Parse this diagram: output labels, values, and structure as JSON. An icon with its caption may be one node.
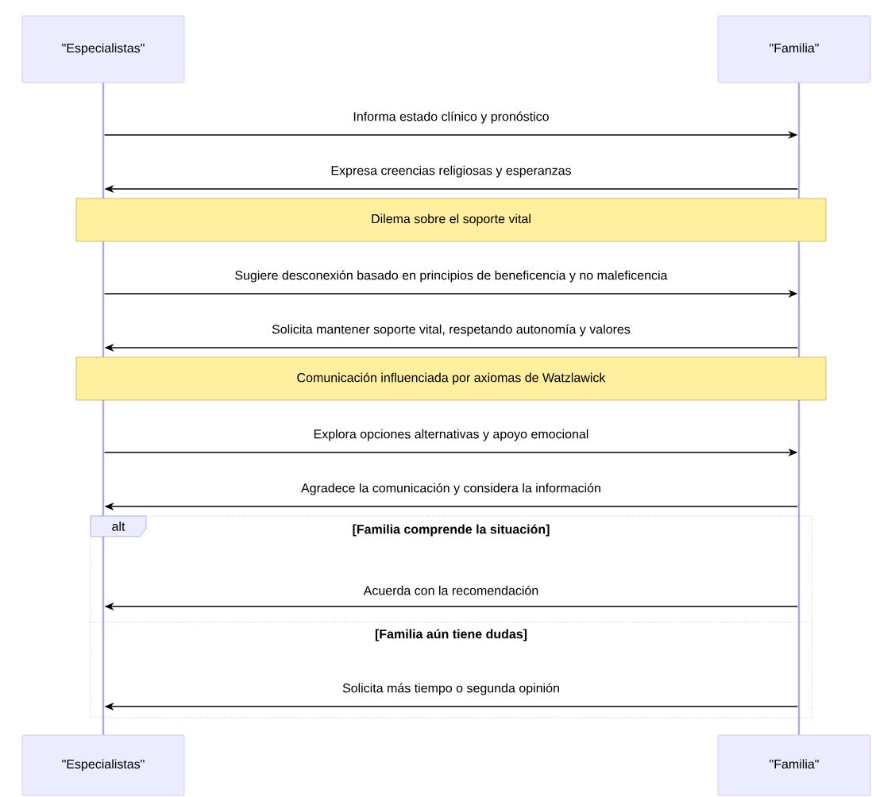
{
  "diagram": {
    "nodes": [
      {
        "text": [
          "\"Especialistas\""
        ]
      },
      {
        "text": [
          "\"Familia\""
        ]
      },
      {
        "text": [],
        "shape": "bar"
      },
      {
        "text": [],
        "shape": "bar"
      },
      {
        "text": [
          "Dilema sobre el soporte vital"
        ]
      },
      {
        "text": [
          "Comunicación influenciada por axiomas de Watzlawick"
        ]
      },
      {
        "text": [
          "alt"
        ]
      },
      {
        "text": [
          "\"Especialistas\""
        ]
      },
      {
        "text": [
          "\"Familia\""
        ]
      }
    ],
    "edges": [
      {
        "from": 2,
        "to": 3,
        "arrow": "to",
        "label": "Informa estado clínico y pronóstico"
      },
      {
        "from": 3,
        "to": 2,
        "arrow": "to",
        "label": "Expresa creencias religiosas y esperanzas"
      },
      {
        "from": 2,
        "to": 3,
        "arrow": "to",
        "label": "Sugiere desconexión basado en principios de beneficencia y no maleficencia"
      },
      {
        "from": 3,
        "to": 2,
        "arrow": "to",
        "label": "Solicita mantener soporte vital, respetando autonomía y valores"
      },
      {
        "from": 2,
        "to": 3,
        "arrow": "to",
        "label": "Explora opciones alternativas y apoyo emocional"
      },
      {
        "from": 3,
        "to": 2,
        "arrow": "to",
        "label": "Agradece la comunicación y considera la información"
      },
      {
        "from": 3,
        "to": 2,
        "arrow": "to",
        "label": "Acuerda con la recomendación"
      },
      {
        "from": 3,
        "to": 2,
        "arrow": "to",
        "label": "Solicita más tiempo o segunda opinión"
      }
    ],
    "labels": [
      "[Familia comprende la situación]",
      "[Familia aún tiene dudas]"
    ]
  }
}
